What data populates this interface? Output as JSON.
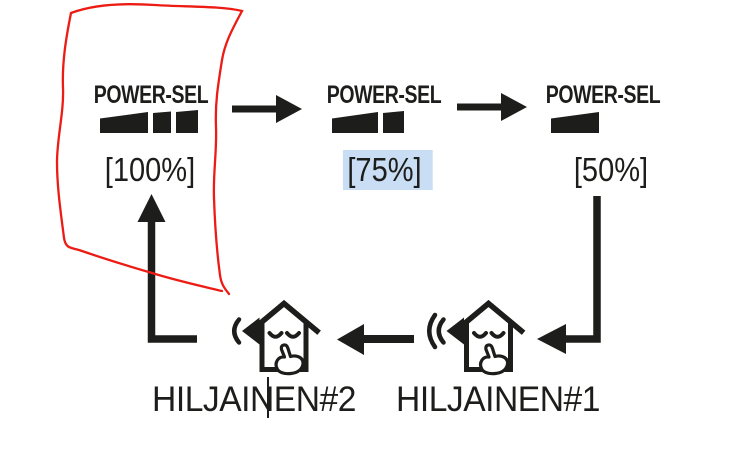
{
  "diagram": {
    "title_hidden": "",
    "steps": [
      {
        "label": "POWER-SEL",
        "value": "[100%]",
        "segments": 3,
        "highlighted": false,
        "circled_red": true
      },
      {
        "label": "POWER-SEL",
        "value": "[75%]",
        "segments": 2,
        "highlighted": true,
        "circled_red": false
      },
      {
        "label": "POWER-SEL",
        "value": "[50%]",
        "segments": 1,
        "highlighted": false,
        "circled_red": false
      }
    ],
    "quiet_modes": [
      {
        "label": "HILJAINEN#1",
        "sound_waves": 2
      },
      {
        "label": "HILJAINEN#2",
        "sound_waves": 1
      }
    ],
    "flow": "POWER-SEL [100%] -> [75%] -> [50%] -> HILJAINEN#1 -> HILJAINEN#2 -> [100%]",
    "annotations": {
      "red_circle_around": "POWER-SEL [100%]",
      "text_selection_on": "[75%]",
      "text_caret_in": "HILJAINEN#2"
    },
    "colors": {
      "ink": "#1d1d1b",
      "red_annotation": "#ec1c14",
      "selection_highlight": "#c9ddf4",
      "background": "#ffffff"
    }
  }
}
